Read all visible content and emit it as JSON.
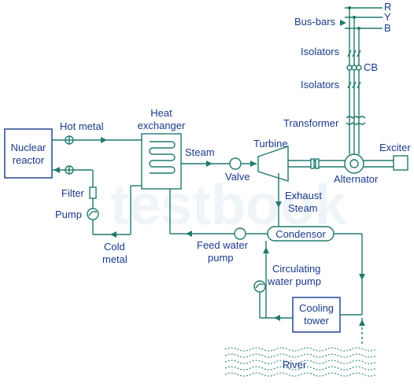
{
  "labels": {
    "reactor_line1": "Nuclear",
    "reactor_line2": "reactor",
    "hot_metal": "Hot metal",
    "cold_metal_line1": "Cold",
    "cold_metal_line2": "metal",
    "filter": "Filter",
    "pump": "Pump",
    "heat_exchanger_line1": "Heat",
    "heat_exchanger_line2": "exchanger",
    "steam": "Steam",
    "valve": "Valve",
    "turbine": "Turbine",
    "alternator": "Alternator",
    "exciter": "Exciter",
    "exhaust_steam_line1": "Exhaust",
    "exhaust_steam_line2": "Steam",
    "condensor": "Condensor",
    "feed_water_pump_line1": "Feed water",
    "feed_water_pump_line2": "pump",
    "circulating_pump_line1": "Circulating",
    "circulating_pump_line2": "water pump",
    "cooling_tower_line1": "Cooling",
    "cooling_tower_line2": "tower",
    "river": "River",
    "transformer": "Transformer",
    "isolators_top": "Isolators",
    "isolators_bottom": "Isolators",
    "cb": "CB",
    "bus_bars": "Bus-bars",
    "phase_r": "R",
    "phase_y": "Y",
    "phase_b": "B"
  },
  "watermark": "testbook",
  "colors": {
    "line": "#1f7a6e",
    "text": "#1a3a8a",
    "watermark": "#eef4f7"
  }
}
